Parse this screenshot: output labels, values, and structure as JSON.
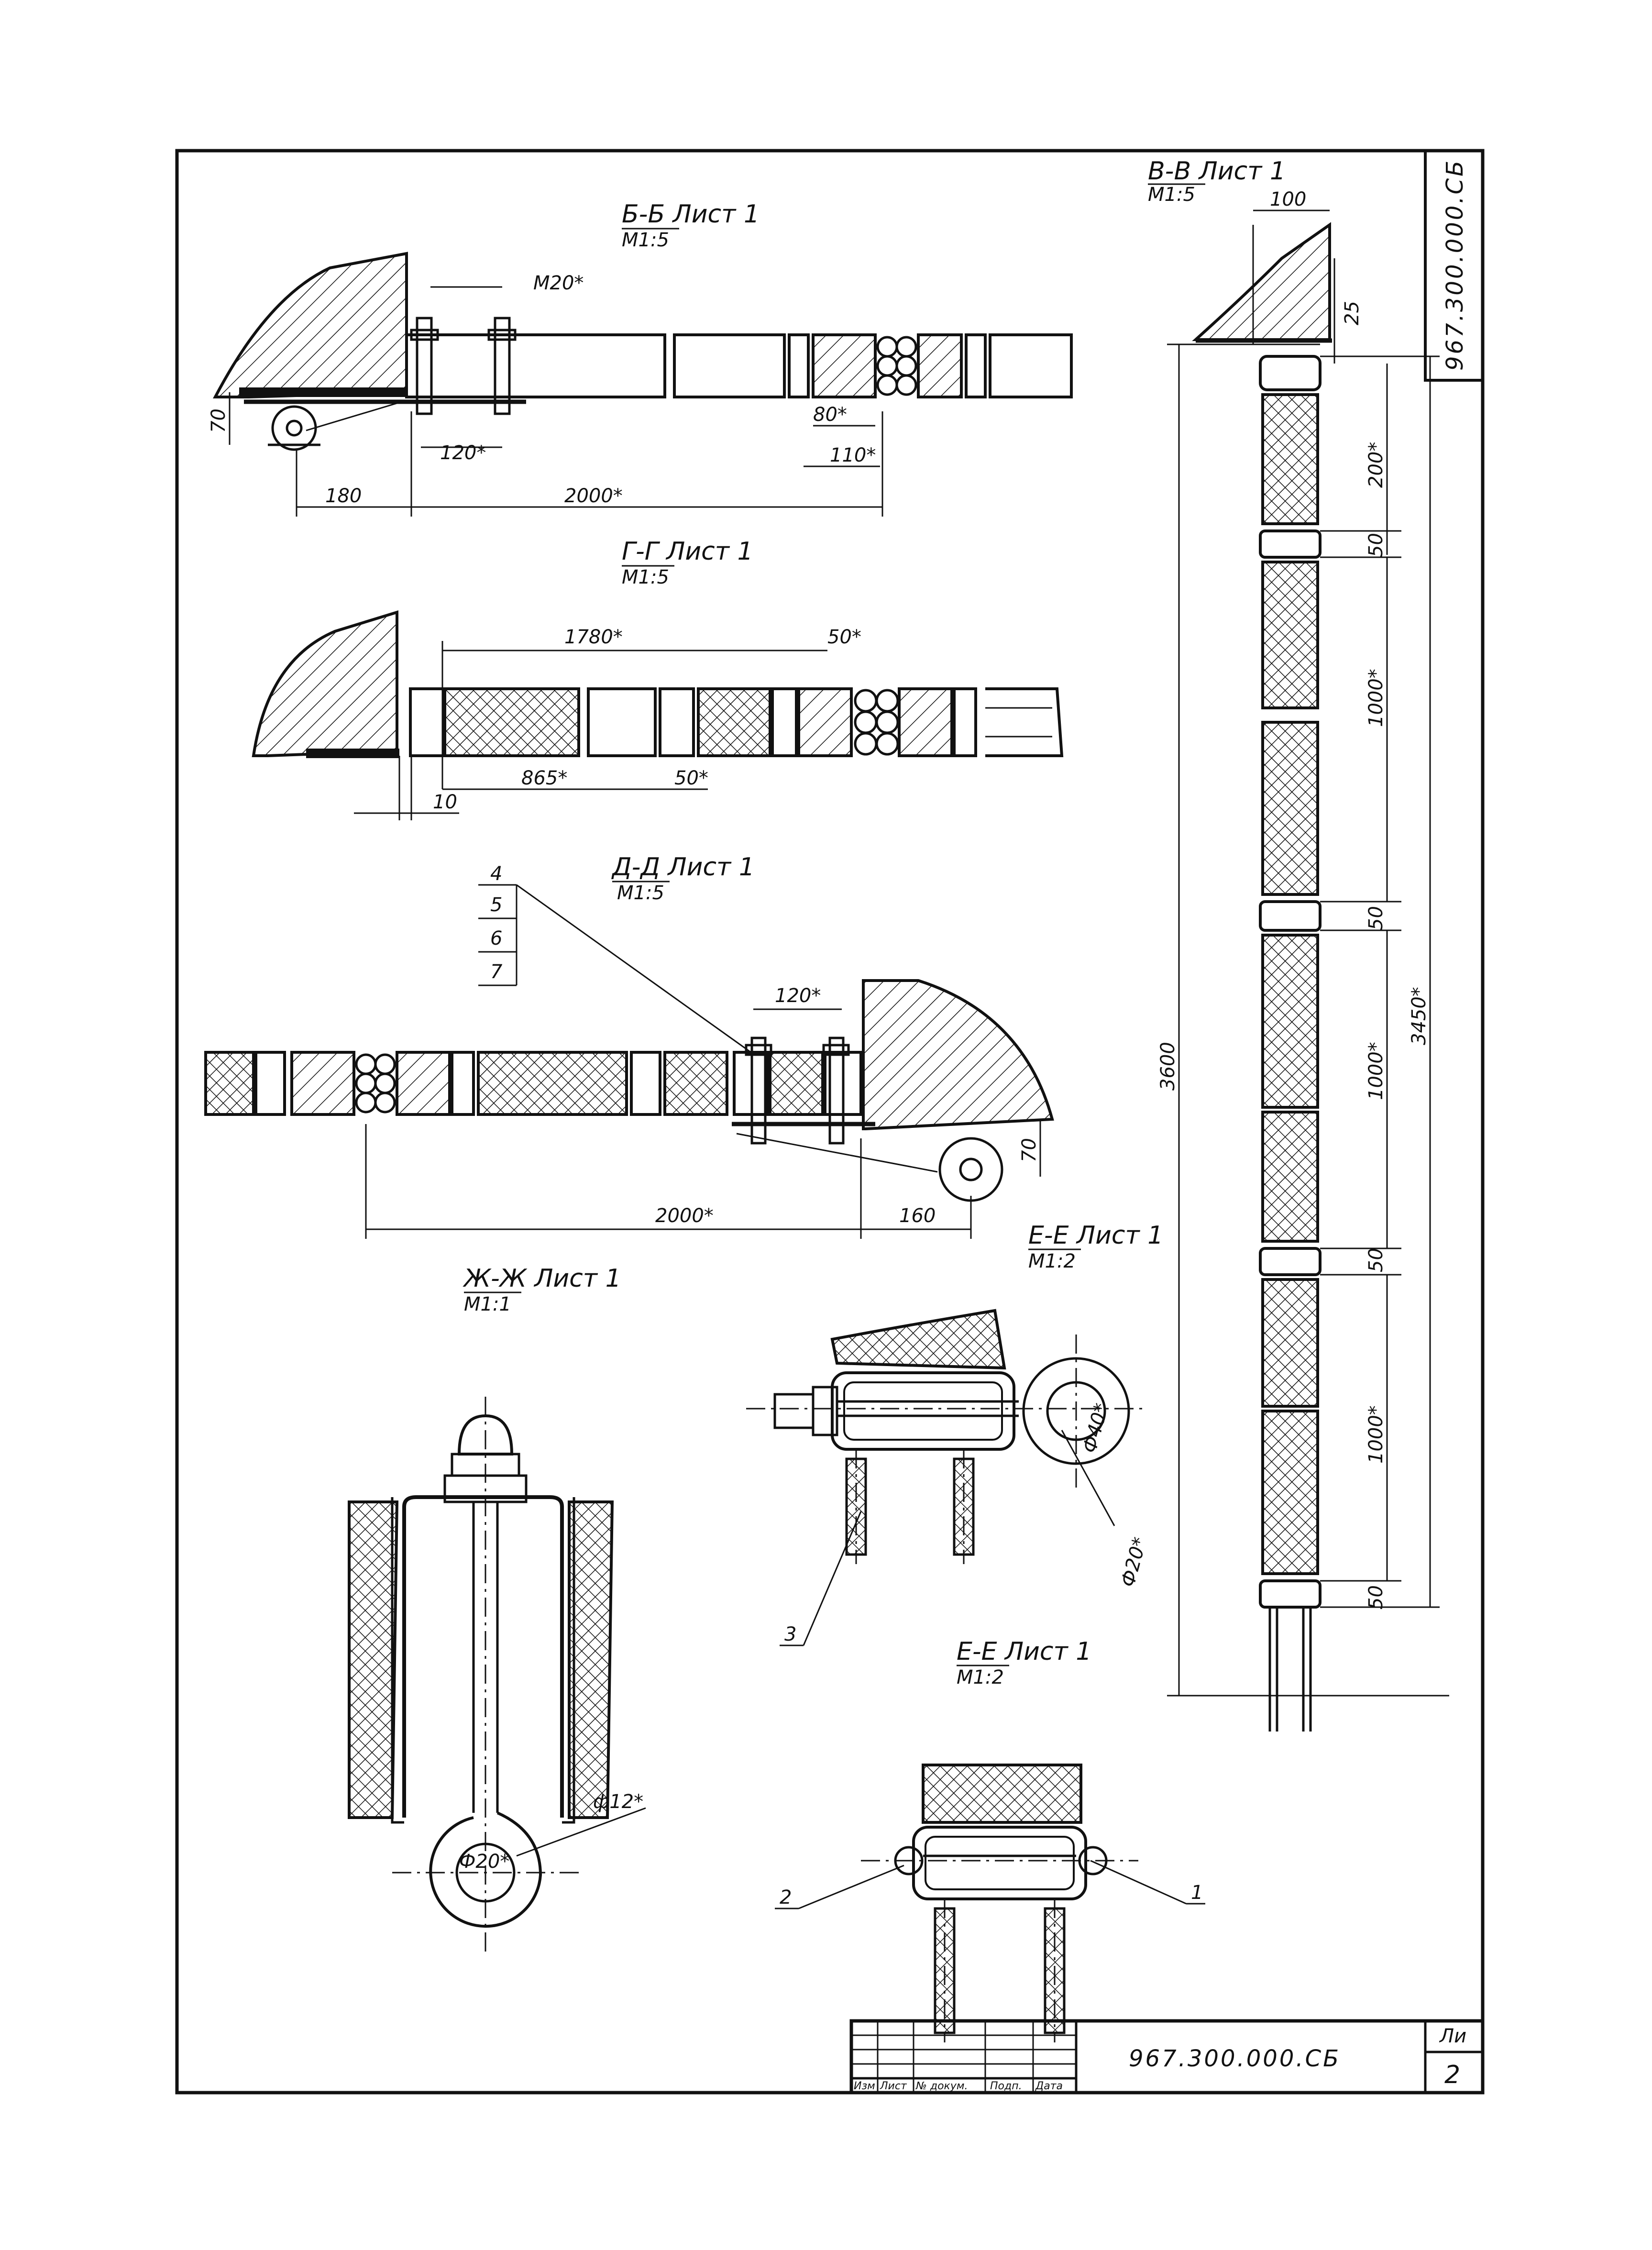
{
  "drawing": {
    "code": "967.300.000.СБ",
    "sheet_label": "Ли",
    "sheet_number": "2"
  },
  "title_block": {
    "columns": [
      "Изм",
      "Лист",
      "№ докум.",
      "Подп.",
      "Дата"
    ]
  },
  "views": {
    "bb": {
      "title": "Б-Б Лист 1",
      "scale": "М1:5",
      "dims": [
        "М20*",
        "70",
        "120*",
        "180",
        "2000*",
        "80*",
        "110*"
      ]
    },
    "gg": {
      "title": "Г-Г Лист 1",
      "scale": "М1:5",
      "dims": [
        "1780*",
        "50*",
        "865*",
        "50*",
        "10"
      ]
    },
    "dd": {
      "title": "Д-Д Лист 1",
      "scale": "М1:5",
      "dims": [
        "120*",
        "70",
        "2000*",
        "160"
      ],
      "parts": [
        "4",
        "5",
        "6",
        "7"
      ]
    },
    "vv": {
      "title": "В-В Лист 1",
      "scale": "М1:5",
      "dims": [
        "100",
        "25",
        "200*",
        "50",
        "1000*",
        "50",
        "1000*",
        "3450*",
        "50",
        "1000*",
        "50",
        "3600"
      ]
    },
    "ee1": {
      "title": "Е-Е Лист 1",
      "scale": "М1:2",
      "dims": [
        "Ф40*",
        "Ф20*"
      ],
      "parts": [
        "3"
      ]
    },
    "ee2": {
      "title": "Е-Е Лист 1",
      "scale": "М1:2",
      "parts": [
        "2",
        "1"
      ]
    },
    "zhzh": {
      "title": "Ж-Ж Лист 1",
      "scale": "М1:1",
      "dims": [
        "ф12*",
        "Ф20*"
      ]
    }
  }
}
